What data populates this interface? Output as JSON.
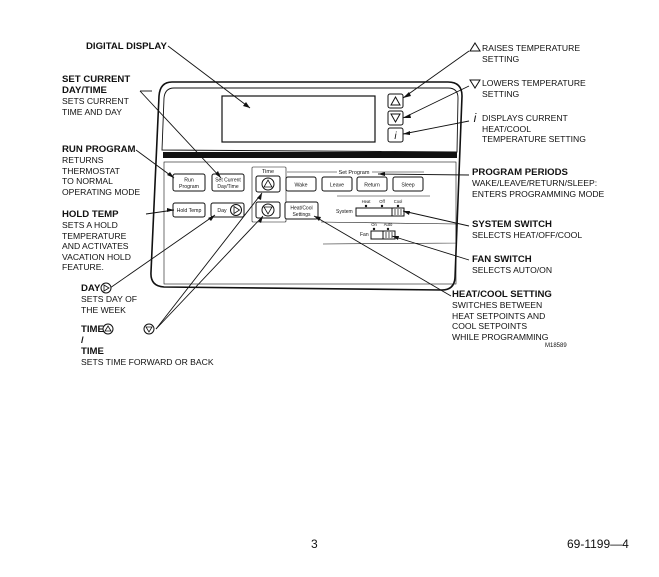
{
  "annotations": {
    "digital_display": {
      "title": "DIGITAL DISPLAY"
    },
    "set_current": {
      "title1": "SET CURRENT",
      "title2": "DAY/TIME",
      "desc": [
        "SETS CURRENT",
        "TIME AND DAY"
      ]
    },
    "run_program": {
      "title": "RUN PROGRAM",
      "desc": [
        "RETURNS",
        "THERMOSTAT",
        "TO NORMAL",
        "OPERATING MODE"
      ]
    },
    "hold_temp": {
      "title": "HOLD TEMP",
      "desc": [
        "SETS A HOLD",
        "TEMPERATURE",
        "AND ACTIVATES",
        "VACATION HOLD",
        "FEATURE."
      ]
    },
    "day": {
      "title": "DAY",
      "desc": [
        "SETS DAY OF",
        "THE WEEK"
      ]
    },
    "time": {
      "title_a": "TIME",
      "sep": "/",
      "title_b": "TIME",
      "desc": "SETS TIME FORWARD OR BACK"
    },
    "raises": {
      "lines": [
        "RAISES TEMPERATURE",
        "SETTING"
      ]
    },
    "lowers": {
      "lines": [
        "LOWERS TEMPERATURE",
        "SETTING"
      ]
    },
    "displays": {
      "lines": [
        "DISPLAYS CURRENT",
        "HEAT/COOL",
        "TEMPERATURE SETTING"
      ]
    },
    "program_periods": {
      "title": "PROGRAM PERIODS",
      "desc": [
        "WAKE/LEAVE/RETURN/SLEEP:",
        "ENTERS PROGRAMMING MODE"
      ]
    },
    "system_switch": {
      "title": "SYSTEM SWITCH",
      "desc": [
        "SELECTS HEAT/OFF/COOL"
      ]
    },
    "fan_switch": {
      "title": "FAN SWITCH",
      "desc": [
        "SELECTS AUTO/ON"
      ]
    },
    "heat_cool": {
      "title": "HEAT/COOL SETTING",
      "desc": [
        "SWITCHES BETWEEN",
        "HEAT SETPOINTS AND",
        "COOL SETPOINTS",
        "WHILE PROGRAMMING"
      ]
    }
  },
  "device": {
    "buttons": {
      "run_program": [
        "Run",
        "Program"
      ],
      "set_current": [
        "Set Current",
        "Day/Time"
      ],
      "hold_temp": "Hold Temp",
      "day": "Day",
      "wake": "Wake",
      "leave": "Leave",
      "return": "Return",
      "sleep": "Sleep",
      "heat_cool": [
        "Heat/Cool",
        "Settings"
      ]
    },
    "labels": {
      "time": "Time",
      "set_program": "Set Program",
      "system": "System",
      "heat": "Heat",
      "off": "Off",
      "cool": "Cool",
      "fan": "Fan",
      "on": "On",
      "auto": "Auto",
      "info_glyph": "i"
    }
  },
  "code": "M18589",
  "footer": {
    "page": "3",
    "doc": "69-1199—4"
  }
}
